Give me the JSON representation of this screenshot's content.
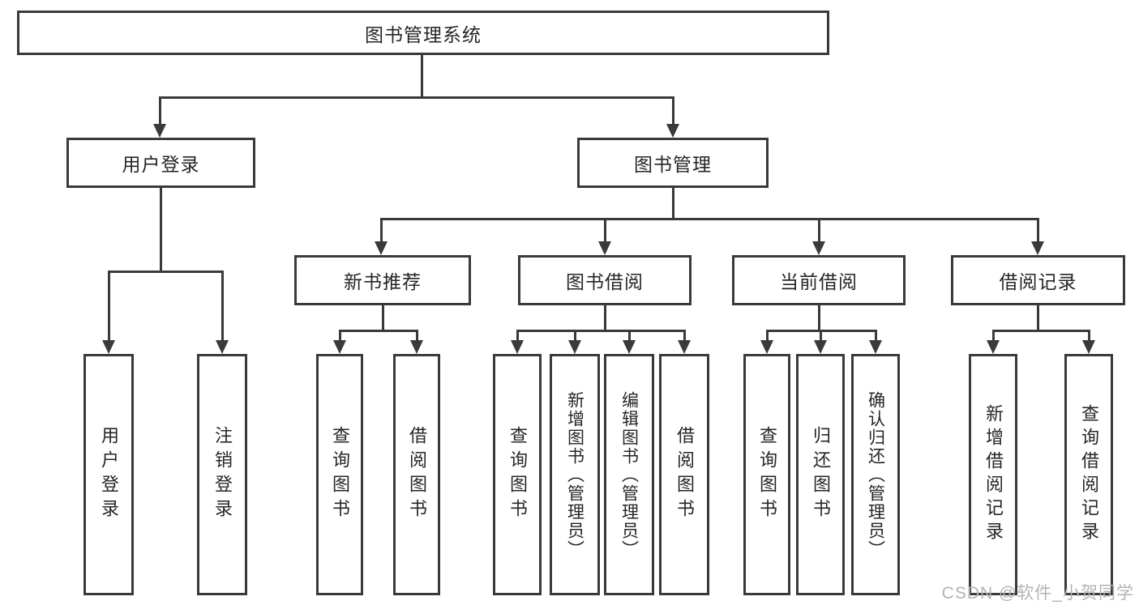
{
  "diagram": {
    "root": {
      "label": "图书管理系统"
    },
    "level2": [
      {
        "id": "user-login",
        "label": "用户登录"
      },
      {
        "id": "book-management",
        "label": "图书管理"
      }
    ],
    "level3": [
      {
        "id": "new-book-recommend",
        "parent": "图书管理",
        "label": "新书推荐"
      },
      {
        "id": "book-borrow",
        "parent": "图书管理",
        "label": "图书借阅"
      },
      {
        "id": "current-borrow",
        "parent": "图书管理",
        "label": "当前借阅"
      },
      {
        "id": "borrow-records",
        "parent": "图书管理",
        "label": "借阅记录"
      }
    ],
    "leaves": [
      {
        "parent": "用户登录",
        "label": "用户登录"
      },
      {
        "parent": "用户登录",
        "label": "注销登录"
      },
      {
        "parent": "新书推荐",
        "label": "查询图书"
      },
      {
        "parent": "新书推荐",
        "label": "借阅图书"
      },
      {
        "parent": "图书借阅",
        "label": "查询图书"
      },
      {
        "parent": "图书借阅",
        "label": "新增图书（管理员）"
      },
      {
        "parent": "图书借阅",
        "label": "编辑图书（管理员）"
      },
      {
        "parent": "图书借阅",
        "label": "借阅图书"
      },
      {
        "parent": "当前借阅",
        "label": "查询图书"
      },
      {
        "parent": "当前借阅",
        "label": "归还图书"
      },
      {
        "parent": "当前借阅",
        "label": "确认归还（管理员）"
      },
      {
        "parent": "借阅记录",
        "label": "新增借阅记录"
      },
      {
        "parent": "借阅记录",
        "label": "查询借阅记录"
      }
    ],
    "colors": {
      "line": "#3a3a3a",
      "text": "#262626",
      "background": "#ffffff",
      "watermark": "#b3b3b3"
    }
  },
  "watermark": {
    "text": "CSDN @软件_小贺同学"
  }
}
